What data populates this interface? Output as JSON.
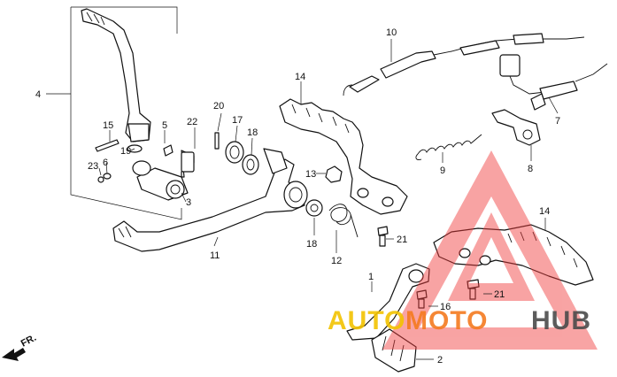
{
  "diagram": {
    "callouts": [
      {
        "id": "c1",
        "text": "1"
      },
      {
        "id": "c2",
        "text": "2"
      },
      {
        "id": "c3",
        "text": "3"
      },
      {
        "id": "c4",
        "text": "4"
      },
      {
        "id": "c5",
        "text": "5"
      },
      {
        "id": "c6",
        "text": "6"
      },
      {
        "id": "c7",
        "text": "7"
      },
      {
        "id": "c8",
        "text": "8"
      },
      {
        "id": "c9",
        "text": "9"
      },
      {
        "id": "c10",
        "text": "10"
      },
      {
        "id": "c11",
        "text": "11"
      },
      {
        "id": "c12",
        "text": "12"
      },
      {
        "id": "c13",
        "text": "13"
      },
      {
        "id": "c14a",
        "text": "14"
      },
      {
        "id": "c14b",
        "text": "14"
      },
      {
        "id": "c15",
        "text": "15"
      },
      {
        "id": "c16",
        "text": "16"
      },
      {
        "id": "c17",
        "text": "17"
      },
      {
        "id": "c18a",
        "text": "18"
      },
      {
        "id": "c18b",
        "text": "18"
      },
      {
        "id": "c19",
        "text": "19"
      },
      {
        "id": "c20",
        "text": "20"
      },
      {
        "id": "c21a",
        "text": "21"
      },
      {
        "id": "c21b",
        "text": "21"
      },
      {
        "id": "c22",
        "text": "22"
      },
      {
        "id": "c23",
        "text": "23"
      }
    ],
    "direction_label": "FR.",
    "watermark": {
      "word_1": "AUTO",
      "word_2": "MOTO",
      "word_3": "HUB",
      "color_auto": "#f2c200",
      "color_moto": "#f47a1f",
      "color_hub": "#4a4a4a",
      "triangle_color": "#ef3b3b"
    }
  }
}
